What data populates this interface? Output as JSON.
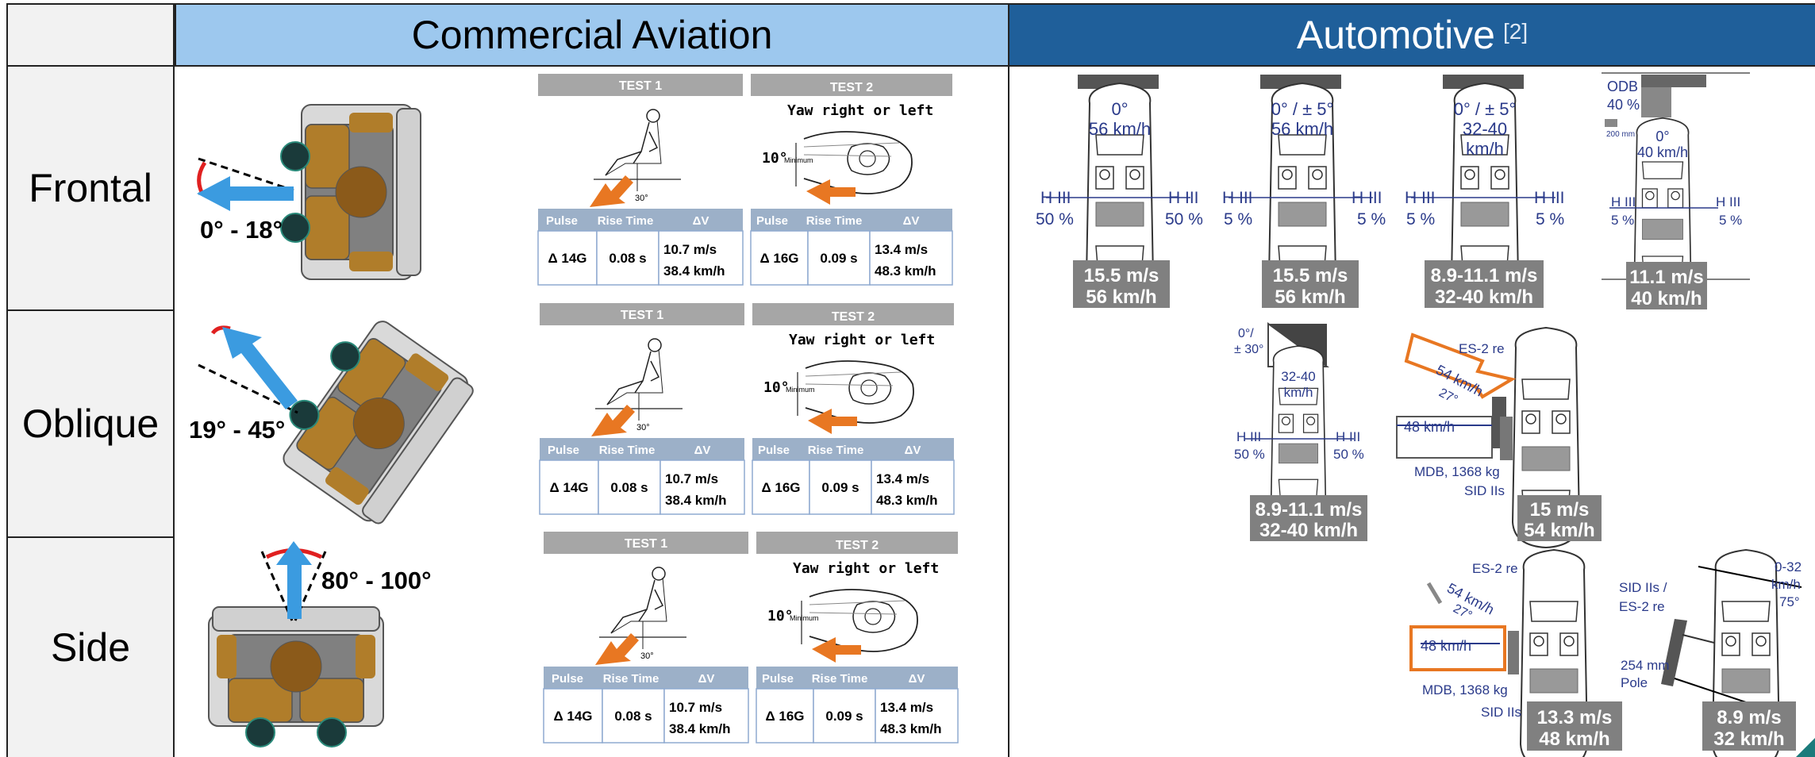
{
  "headers": {
    "aviation": "Commercial Aviation",
    "automotive": "Automotive",
    "automotive_ref": "[2]"
  },
  "rows": {
    "frontal": "Frontal",
    "oblique": "Oblique",
    "side": "Side"
  },
  "angles": {
    "frontal": "0° - 18°",
    "oblique": "19° - 45°",
    "side": "80° - 100°"
  },
  "tests": {
    "test1": "TEST 1",
    "test2": "TEST 2",
    "yaw": "Yaw right or left",
    "ten_min": "10°",
    "minimum": "Minimum",
    "thirty": "30°",
    "col_pulse": "Pulse",
    "col_rise": "Rise Time",
    "col_dv": "ΔV",
    "t1": {
      "pulse": "Δ 14G",
      "rise": "0.08 s",
      "dv1": "10.7 m/s",
      "dv2": "38.4 km/h"
    },
    "t2": {
      "pulse": "Δ 16G",
      "rise": "0.09 s",
      "dv1": "13.4 m/s",
      "dv2": "48.3 km/h"
    }
  },
  "automotive": {
    "f1": {
      "angle": "0°",
      "speed": "56 km/h",
      "left": "H III",
      "left_pct": "50 %",
      "right": "H III",
      "right_pct": "50 %",
      "box1": "15.5 m/s",
      "box2": "56 km/h"
    },
    "f2": {
      "angle": "0° / ± 5°",
      "speed": "56 km/h",
      "left": "H III",
      "left_pct": "5 %",
      "right": "H III",
      "right_pct": "5 %",
      "box1": "15.5 m/s",
      "box2": "56 km/h"
    },
    "f3": {
      "angle": "0° / ± 5°",
      "speed1": "32-40",
      "speed2": "km/h",
      "left": "H III",
      "left_pct": "5 %",
      "right": "H III",
      "right_pct": "5 %",
      "box1": "8.9-11.1 m/s",
      "box2": "32-40  km/h"
    },
    "f4": {
      "odb": "ODB",
      "odb_pct": "40 %",
      "mm": "200 mm",
      "angle": "0°",
      "speed": "40 km/h",
      "left": "H III",
      "left_pct": "5 %",
      "right": "H III",
      "right_pct": "5 %",
      "box1": "11.1 m/s",
      "box2": "40 km/h"
    },
    "o1": {
      "angle1": "0°/",
      "angle2": "± 30°",
      "speed1": "32-40",
      "speed2": "km/h",
      "left": "H III",
      "left_pct": "50 %",
      "right": "H III",
      "right_pct": "50 %",
      "box1": "8.9-11.1 m/s",
      "box2": "32-40 km/h"
    },
    "o2": {
      "es2": "ES-2 re",
      "speed_diag": "54 km/h",
      "angle": "27°",
      "speed": "48 km/h",
      "mdb": "MDB, 1368 kg",
      "sid": "SID IIs",
      "box1": "15 m/s",
      "box2": "54 km/h"
    },
    "s1": {
      "es2": "ES-2 re",
      "speed_diag": "54 km/h",
      "angle": "27°",
      "speed": "48 km/h",
      "mdb": "MDB, 1368 kg",
      "sid": "SID IIs",
      "box1": "13.3  m/s",
      "box2": "48 km/h"
    },
    "s2": {
      "sid": "SID IIs /",
      "es2": "ES-2 re",
      "pole1": "254 mm",
      "pole2": "Pole",
      "spd1": "0-32",
      "spd2": "km/h",
      "ang": "75°",
      "box1": "8.9 m/s",
      "box2": "32 km/h"
    }
  },
  "colors": {
    "aviation_header": "#9dc8ee",
    "automotive_header": "#1f5f9a",
    "arrow_blue": "#3b9be0",
    "arrow_orange": "#e87722",
    "seat": "#b07d2a",
    "label_blue": "#2a3a8a"
  }
}
